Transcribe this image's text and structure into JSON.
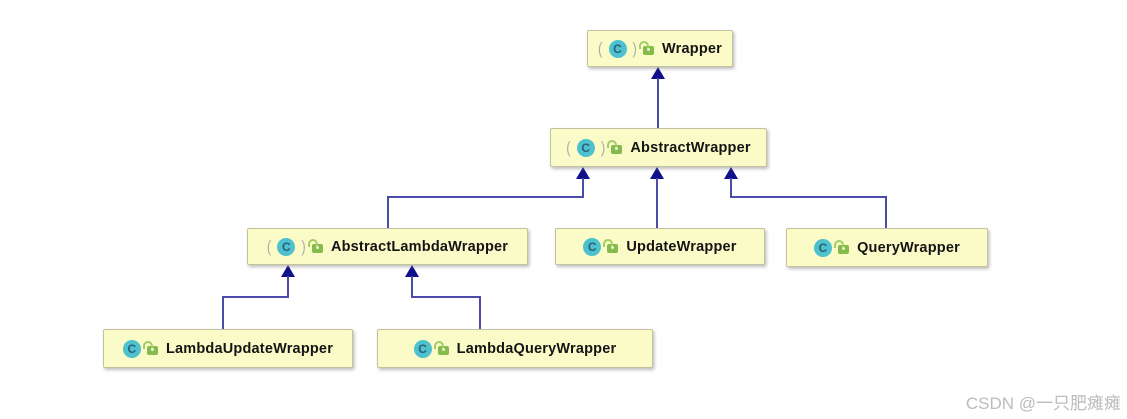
{
  "diagram": {
    "type": "uml-class-inheritance-hierarchy",
    "class_icon_letter": "C",
    "nodes": [
      {
        "label": "Wrapper",
        "abstract": true,
        "decor_left": "(",
        "decor_right": ")",
        "icons": [
          "class-icon",
          "public-visibility-lock-icon"
        ]
      },
      {
        "label": "AbstractWrapper",
        "abstract": true,
        "decor_left": "(",
        "decor_right": ")",
        "icons": [
          "class-icon",
          "public-visibility-lock-icon"
        ]
      },
      {
        "label": "AbstractLambdaWrapper",
        "abstract": true,
        "decor_left": "(",
        "decor_right": ")",
        "icons": [
          "class-icon",
          "public-visibility-lock-icon"
        ]
      },
      {
        "label": "UpdateWrapper",
        "abstract": false,
        "icons": [
          "class-icon",
          "public-visibility-lock-icon"
        ]
      },
      {
        "label": "QueryWrapper",
        "abstract": false,
        "icons": [
          "class-icon",
          "public-visibility-lock-icon"
        ]
      },
      {
        "label": "LambdaUpdateWrapper",
        "abstract": false,
        "icons": [
          "class-icon",
          "public-visibility-lock-icon"
        ]
      },
      {
        "label": "LambdaQueryWrapper",
        "abstract": false,
        "icons": [
          "class-icon",
          "public-visibility-lock-icon"
        ]
      }
    ],
    "edges": [
      {
        "from": "AbstractWrapper",
        "to": "Wrapper",
        "type": "inheritance"
      },
      {
        "from": "AbstractLambdaWrapper",
        "to": "AbstractWrapper",
        "type": "inheritance"
      },
      {
        "from": "UpdateWrapper",
        "to": "AbstractWrapper",
        "type": "inheritance"
      },
      {
        "from": "QueryWrapper",
        "to": "AbstractWrapper",
        "type": "inheritance"
      },
      {
        "from": "LambdaUpdateWrapper",
        "to": "AbstractLambdaWrapper",
        "type": "inheritance"
      },
      {
        "from": "LambdaQueryWrapper",
        "to": "AbstractLambdaWrapper",
        "type": "inheritance"
      }
    ],
    "colors": {
      "node_fill": "#fbfbc8",
      "node_border": "#c2c29e",
      "edge_line": "#4b4baa",
      "arrowhead": "#10108d",
      "class_icon_bg": "#4dc1ce",
      "lock_icon_green": "#85bb4a",
      "background": "#ffffff"
    }
  },
  "watermark": {
    "text": "CSDN @一只肥瘫瘫"
  }
}
